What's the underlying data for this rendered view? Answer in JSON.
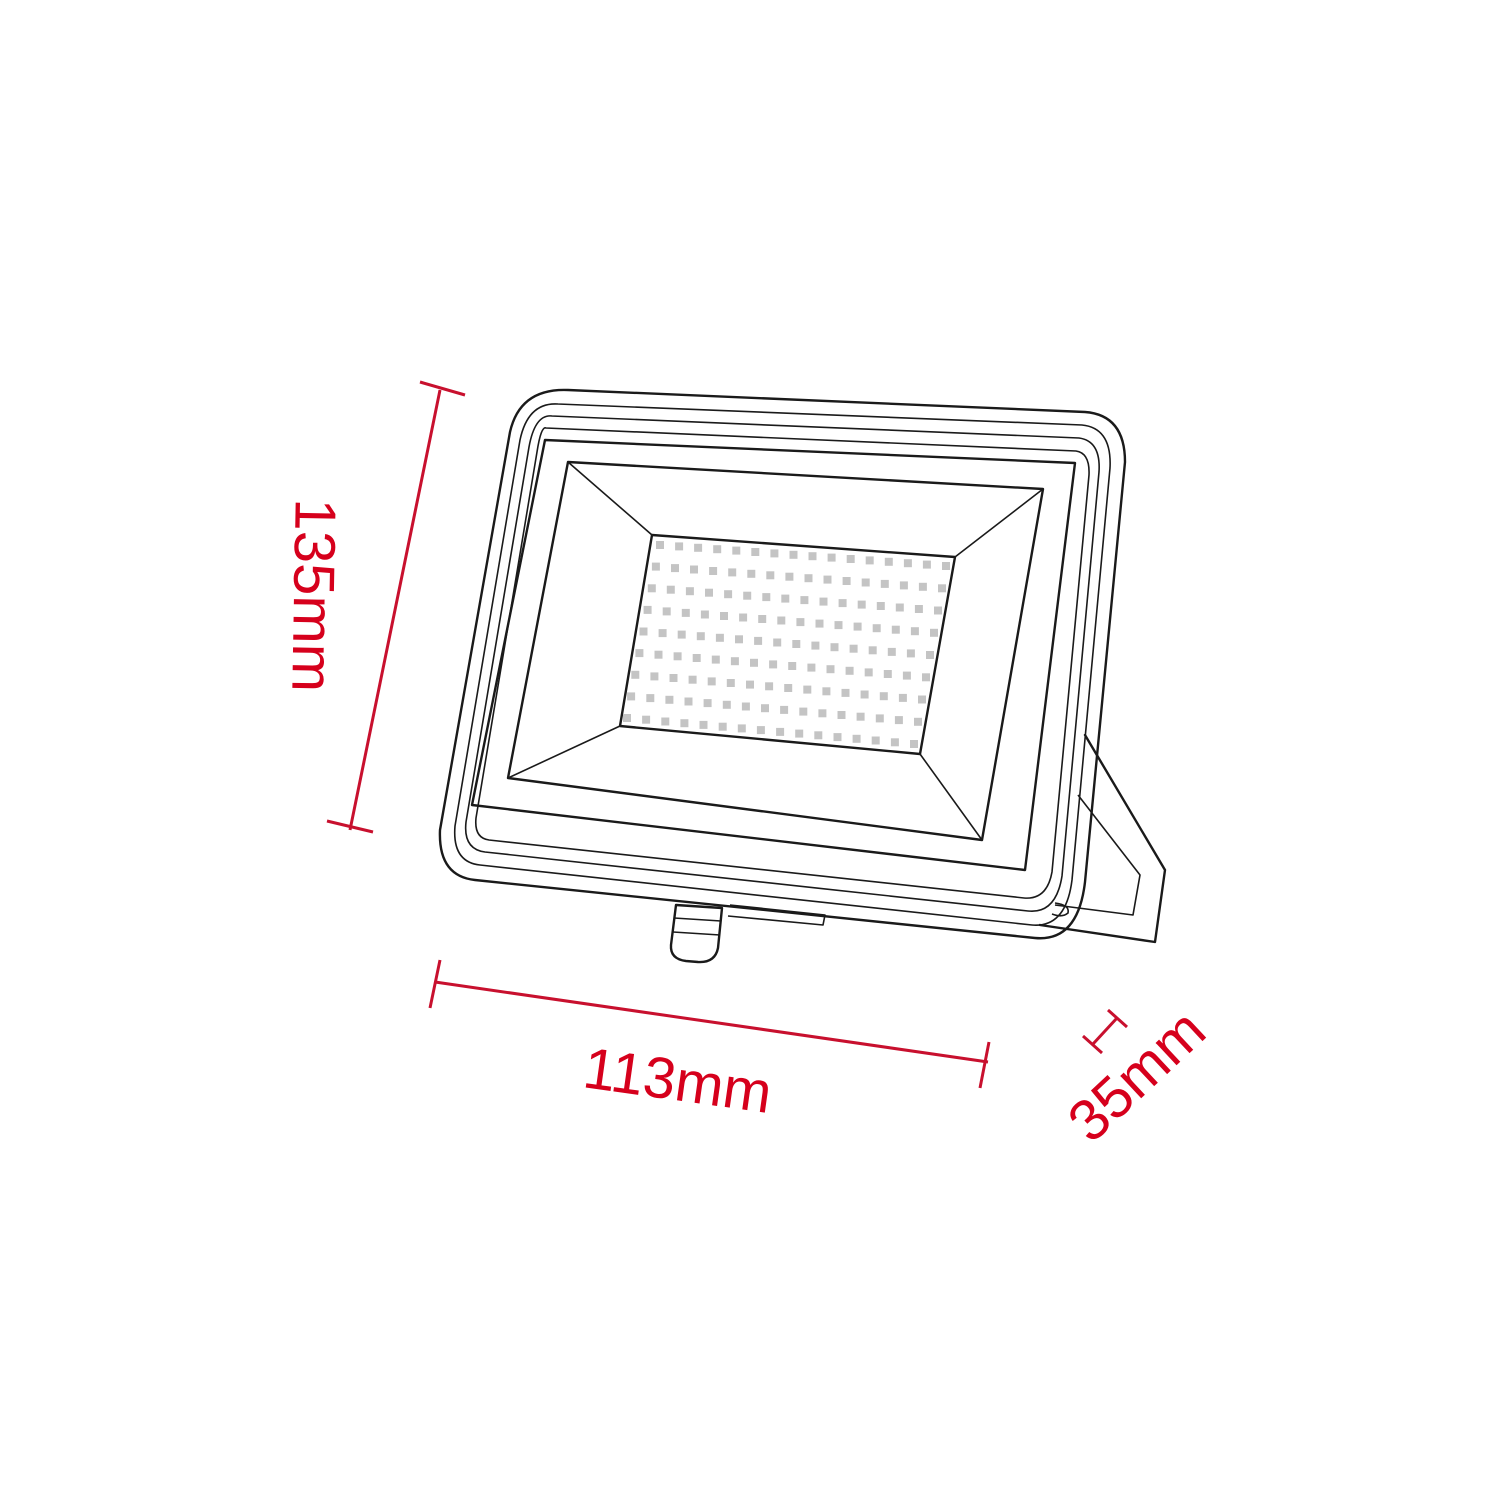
{
  "colors": {
    "dimension": "#d6001c",
    "outline": "#1a1a1a",
    "led": "#c4c4c4",
    "background": "#ffffff"
  },
  "dimensions": {
    "height_label": "135mm",
    "width_label": "113mm",
    "depth_label": "35mm"
  },
  "led_grid": {
    "rows": 9,
    "cols": 16
  }
}
